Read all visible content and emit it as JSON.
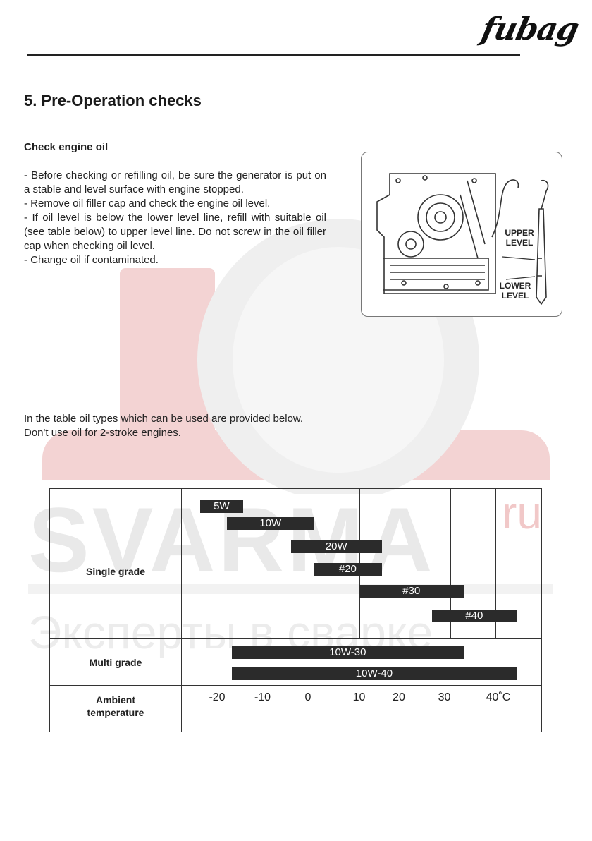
{
  "header": {
    "logo_text": "fubag"
  },
  "section": {
    "title": "5. Pre-Operation checks",
    "subtitle": "Check engine oil",
    "paragraphs": [
      "- Before checking or refilling oil, be sure the generator is put on a stable and level surface with engine stopped.",
      "- Remove oil filler cap and check the engine oil level.",
      "- If oil level is below the lower level line, refill with suitable oil (see table below) to upper level line. Do not screw in the oil filler cap when checking oil level.",
      "- Change oil if contaminated."
    ],
    "note_lines": [
      "In the table oil types which can be used are provided below.",
      "Don't use oil for 2-stroke engines."
    ]
  },
  "figure": {
    "upper_label": "UPPER LEVEL",
    "lower_label": "LOWER LEVEL"
  },
  "watermark": {
    "brand": "SVARMA",
    "tld": "ru",
    "tagline": "Эксперты в сварке"
  },
  "table": {
    "rows": {
      "single": "Single grade",
      "multi": "Multi grade",
      "ambient": "Ambient temperature"
    },
    "ticks": [
      "-20",
      "-10",
      "0",
      "10",
      "20",
      "30",
      "40˚C"
    ],
    "grades": [
      {
        "label": "5W",
        "from": -25,
        "to": -15.5
      },
      {
        "label": "10W",
        "from": -19,
        "to": 0
      },
      {
        "label": "20W",
        "from": -5,
        "to": 15
      },
      {
        "label": "#20",
        "from": 0,
        "to": 15
      },
      {
        "label": "#30",
        "from": 10,
        "to": 33
      },
      {
        "label": "#40",
        "from": 26,
        "to": 45
      },
      {
        "label": "10W-30",
        "from": -18,
        "to": 33
      },
      {
        "label": "10W-40",
        "from": -18,
        "to": 45
      }
    ]
  }
}
